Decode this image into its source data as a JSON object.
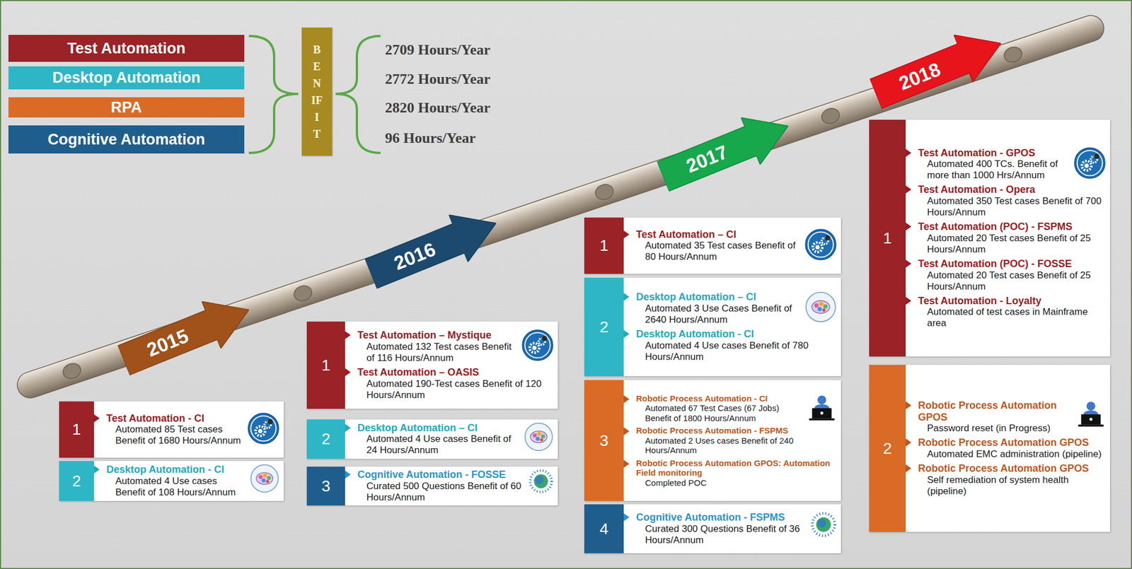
{
  "diagram": {
    "nodes": [
      {
        "text": [
          "Test Automation"
        ]
      },
      {
        "text": [
          "Desktop Automation"
        ]
      },
      {
        "text": [
          "RPA"
        ]
      },
      {
        "text": [
          "Cognitive Automation"
        ]
      },
      {
        "text": [
          "BENIFIT"
        ]
      },
      {
        "text": [
          "2015"
        ]
      },
      {
        "text": [
          "1",
          "Test Automation - CI",
          "Automated 85 Test cases Benefit of 1680 Hours/Annum"
        ]
      },
      {
        "text": [
          "2",
          "Desktop Automation - CI",
          "Automated 4 Use cases Benefit of 108 Hours/Annum"
        ]
      },
      {
        "text": [
          "2016"
        ]
      },
      {
        "text": [
          "1",
          "Test Automation – Mystique",
          "Automated 132 Test cases Benefit of 116 Hours/Annum",
          "Test Automation – OASIS",
          "Automated 190-Test cases Benefit of 120 Hours/Annum"
        ]
      },
      {
        "text": [
          "2",
          "Desktop Automation – CI",
          "Automated 4 Use cases Benefit of 24 Hours/Annum"
        ]
      },
      {
        "text": [
          "3",
          "Cognitive Automation - FOSSE",
          "Curated 500 Questions Benefit of 60 Hours/Annum"
        ]
      },
      {
        "text": [
          "2017"
        ]
      },
      {
        "text": [
          "1",
          "Test Automation – CI",
          "Automated 35 Test cases Benefit of 80 Hours/Annum"
        ]
      },
      {
        "text": [
          "2",
          "Desktop Automation – CI",
          "Automated 3 Use Cases Benefit of 2640 Hours/Annum",
          "Desktop Automation - CI",
          "Automated 4 Use cases Benefit of 780 Hours/Annum"
        ]
      },
      {
        "text": [
          "3",
          "Robotic Process Automation - CI",
          "Automated 67 Test Cases (67 Jobs) Benefit of 1800 Hours/Annum",
          "Robotic Process Automation - FSPMS",
          "Automated 2 Uses cases Benefit of 240 Hours/Annum",
          "Robotic Process Automation GPOS: Automation Field monitoring",
          "Completed POC"
        ]
      },
      {
        "text": [
          "4",
          "Cognitive Automation - FSPMS",
          "Curated 300 Questions Benefit of 36 Hours/Annum"
        ]
      },
      {
        "text": [
          "2018"
        ]
      },
      {
        "text": [
          "1",
          "Test Automation - GPOS",
          "Automated 400 TCs. Benefit of more than 1000 Hrs/Annum",
          "Test Automation - Opera",
          "Automated 350 Test cases Benefit of 700 Hours/Annum",
          "Test Automation (POC) - FSPMS",
          "Automated 20 Test cases Benefit of 25 Hours/Annum",
          "Test Automation (POC) - FOSSE",
          "Automated 20 Test cases Benefit of 25 Hours/Annum",
          "Test Automation - Loyalty",
          "Automated of test cases in Mainframe area"
        ]
      },
      {
        "text": [
          "2",
          "Robotic Process Automation GPOS",
          "Password reset (in Progress)",
          "Robotic Process Automation GPOS",
          "Automated EMC administration (pipeline)",
          "Robotic Process Automation GPOS",
          "Self remediation of system health (pipeline)"
        ]
      }
    ],
    "labels": [
      "2709 Hours/Year",
      "2772 Hours/Year",
      "2820 Hours/Year",
      "96 Hours/Year"
    ]
  }
}
